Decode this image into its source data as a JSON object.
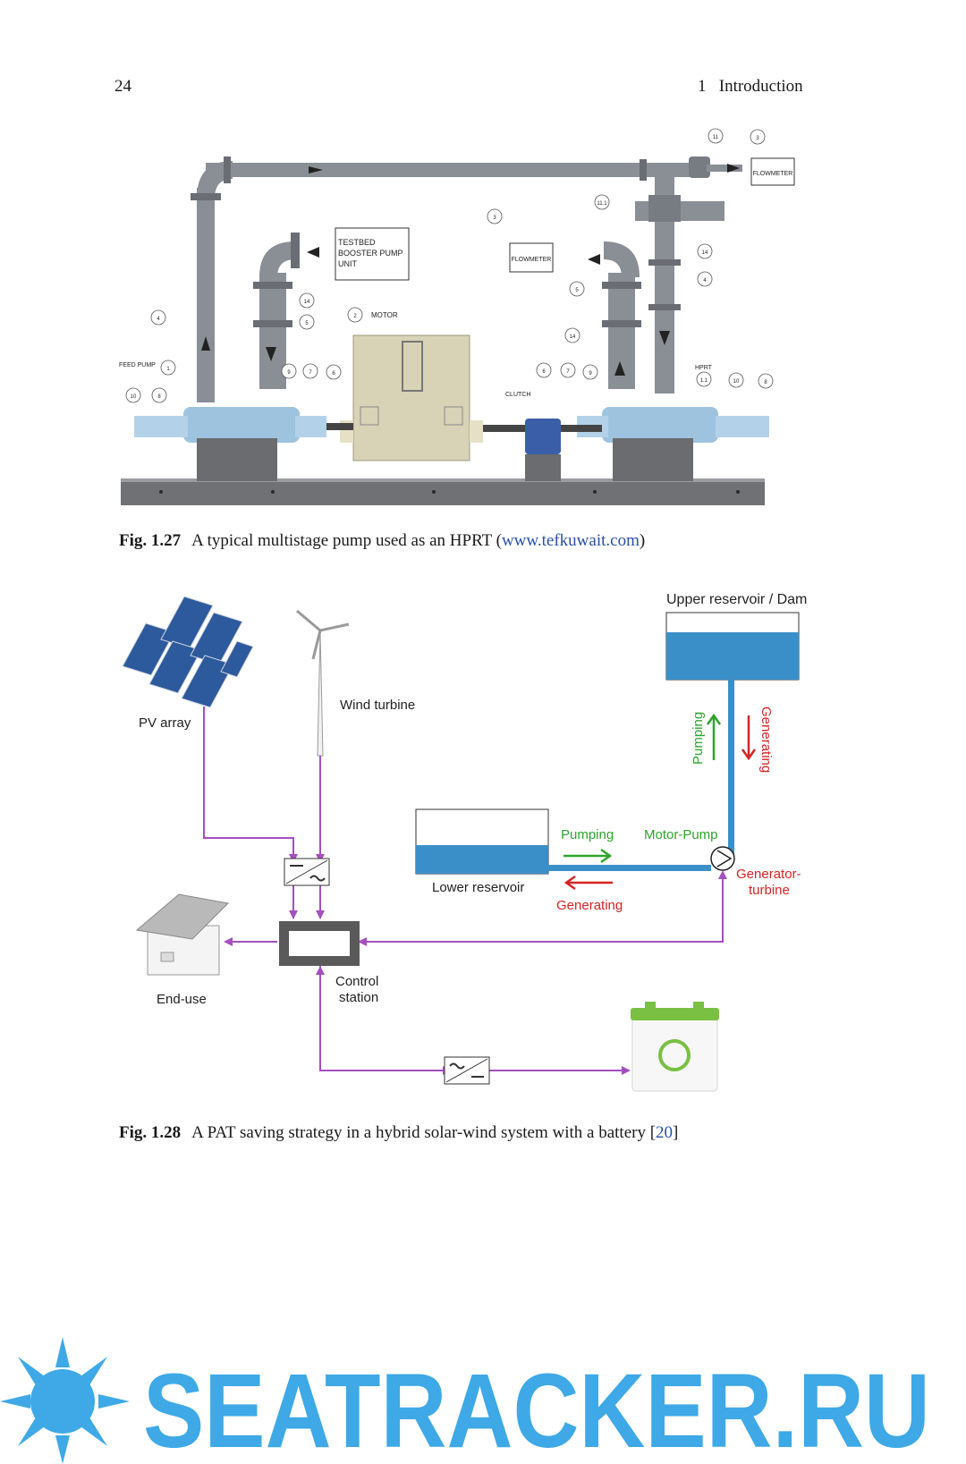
{
  "header": {
    "page_number": "24",
    "chapter_number": "1",
    "chapter_title": "Introduction"
  },
  "fig1": {
    "label": "Fig. 1.27",
    "caption": "A typical multistage pump used as an HPRT",
    "paren_open": "(",
    "link": "www.tefkuwait.com",
    "paren_close": ")",
    "labels": {
      "testbed": [
        "TESTBED",
        "BOOSTER PUMP",
        "UNIT"
      ],
      "flowmeter": "FLOWMETER",
      "motor": "MOTOR",
      "feed_pump": "FEED PUMP",
      "clutch": "CLUTCH",
      "hprt": "HPRT"
    },
    "markers": [
      "11",
      "3",
      "11.1",
      "3",
      "14",
      "4",
      "14",
      "5",
      "2",
      "4",
      "5",
      "14",
      "1",
      "10",
      "8",
      "9",
      "7",
      "6",
      "6",
      "7",
      "9",
      "1.1",
      "10",
      "8"
    ],
    "colors": {
      "pipe": "#8a8e95",
      "pump_body": "#9dc3df",
      "motor": "#d8d3b6",
      "base": "#6f7175",
      "clutch": "#3a5fa8"
    }
  },
  "fig2": {
    "label": "Fig. 1.28",
    "caption": "A PAT saving strategy in a hybrid solar-wind system with a battery",
    "ref_open": "[",
    "ref": "20",
    "ref_close": "]",
    "labels": {
      "upper_reservoir": "Upper reservoir / Dam",
      "wind_turbine": "Wind turbine",
      "pv_array": "PV array",
      "pumping_vertical": "Pumping",
      "generating_vertical": "Generating",
      "pumping": "Pumping",
      "motor_pump": "Motor-Pump",
      "lower_reservoir": "Lower reservoir",
      "generating": "Generating",
      "generator": "Generator-",
      "turbine": "turbine",
      "end_use": "End-use",
      "control": "Control",
      "station": "station"
    },
    "colors": {
      "water": "#3b8fc9",
      "wire": "#a44fc0",
      "pumping": "#2ca52c",
      "generating": "#d42424",
      "panel": "#2d5a9c",
      "station": "#5a5a5a",
      "battery_accent": "#79c043"
    }
  },
  "watermark": {
    "text": "SEATRACKER.RU",
    "color": "#3ea9e6"
  }
}
